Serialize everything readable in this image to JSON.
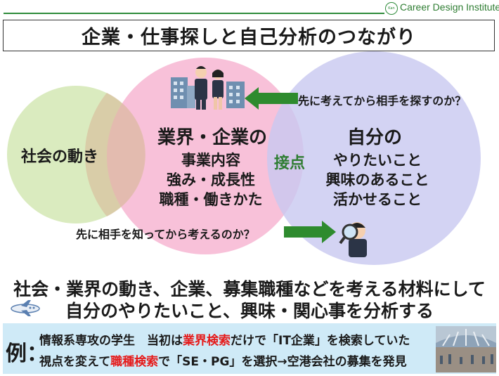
{
  "header": {
    "logo_mark": "Kan",
    "logo_text": "Career Design Institute"
  },
  "title": "企業・仕事探しと自己分析のつながり",
  "venn": {
    "society_label": "社会の動き",
    "industry_heading": "業界・企業の",
    "industry_items": [
      "事業内容",
      "強み・成長性",
      "職種・働きかた"
    ],
    "contact_label": "接点",
    "self_heading": "自分の",
    "self_items": [
      "やりたいこと",
      "興味のあること",
      "活かせること"
    ],
    "colors": {
      "society": "#d6e9b8",
      "industry": "#f7b6d2",
      "self": "#c8c8f0",
      "arrow": "#2e8b2e"
    }
  },
  "questions": {
    "think_first": "先に考えてから相手を探すのか？",
    "know_first": "先に相手を知ってから考えるのか？"
  },
  "message": {
    "line1": "社会・業界の動き、企業、募集職種などを考える材料にして",
    "line2": "自分のやりたいこと、興味・関心事を分析する"
  },
  "example": {
    "label": "例：",
    "line1_a": "情報系専攻の学生　当初は",
    "line1_red": "業界検索",
    "line1_b": "だけで「IT企業」を検索していた",
    "line2_a": "視点を変えて",
    "line2_red": "職種検索",
    "line2_b": "で「SE・PG」を選択→空港会社の募集を発見"
  },
  "icons": [
    "office-buildings-icon",
    "business-people-icon",
    "magnifier-person-icon",
    "airplane-icon",
    "airport-photo"
  ]
}
